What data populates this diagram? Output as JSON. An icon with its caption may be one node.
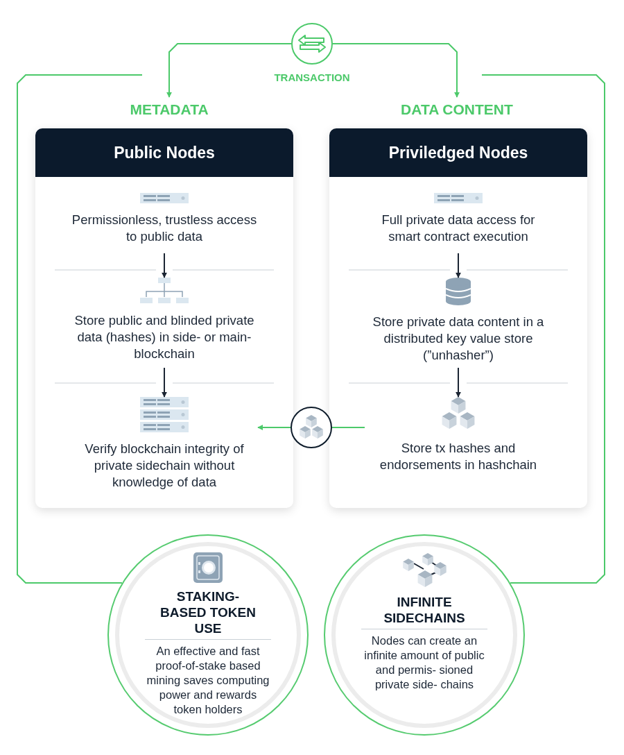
{
  "diagram": {
    "nodes": [
      {
        "text": [
          "TRANSACTION"
        ]
      },
      {
        "text": [
          "METADATA"
        ]
      },
      {
        "text": [
          "DATA CONTENT"
        ]
      },
      {
        "text": [
          "Public Nodes"
        ]
      },
      {
        "text": [
          "Permissionless, trustless access to public data"
        ],
        "in": 3
      },
      {
        "text": [
          "Store public and blinded private data (hashes) in side- or main-blockchain"
        ],
        "in": 3
      },
      {
        "text": [
          "Verify blockchain integrity of private sidechain without knowledge of data"
        ],
        "in": 3
      },
      {
        "text": [
          "Priviledged Nodes"
        ]
      },
      {
        "text": [
          "Full private data access for smart contract execution"
        ],
        "in": 7
      },
      {
        "text": [
          "Store private data content in a distributed key value store (”unhasher”)"
        ],
        "in": 7
      },
      {
        "text": [
          "Store tx hashes and endorsements in hashchain"
        ],
        "in": 7
      },
      {
        "text": [],
        "shape": "circle"
      },
      {
        "text": [
          "STAKING-BASED TOKEN USE",
          "An effective and fast proof-of-stake based mining saves computing power and rewards token holders"
        ]
      },
      {
        "text": [
          "INFINITE SIDECHAINS",
          "Nodes can create an infinite amount of public and permis- sioned private side- chains"
        ]
      }
    ],
    "edges": [
      {
        "from": 0,
        "to": 1,
        "arrow": "to"
      },
      {
        "from": 0,
        "to": 2,
        "arrow": "to"
      },
      {
        "from": 4,
        "to": 5,
        "arrow": "to",
        "color": "#1b2533"
      },
      {
        "from": 5,
        "to": 6,
        "arrow": "to",
        "color": "#1b2533"
      },
      {
        "from": 8,
        "to": 9,
        "arrow": "to",
        "color": "#1b2533"
      },
      {
        "from": 9,
        "to": 10,
        "arrow": "to",
        "color": "#1b2533"
      },
      {
        "from": 10,
        "to": 11,
        "arrow": "none"
      },
      {
        "from": 11,
        "to": 6,
        "arrow": "to"
      },
      {
        "from": null,
        "to": 12,
        "arrow": "none"
      },
      {
        "from": null,
        "to": 13,
        "arrow": "none"
      }
    ]
  }
}
